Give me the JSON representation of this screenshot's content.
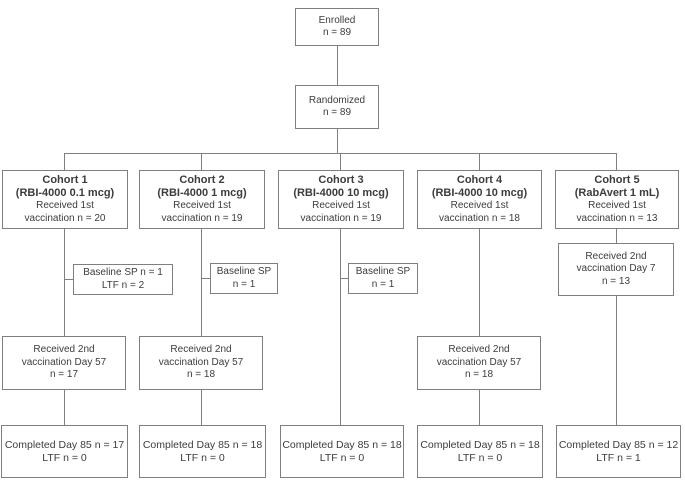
{
  "colors": {
    "background": "#ffffff",
    "box_border": "#7f7f7f",
    "connector_line": "#7f7f7f",
    "text": "#3c3c3c"
  },
  "flow": {
    "enrolled": {
      "label": "Enrolled",
      "n": "n = 89"
    },
    "randomized": {
      "label": "Randomized",
      "n": "n = 89"
    },
    "cohorts": [
      {
        "title": "Cohort 1",
        "dose": "(RBI-4000 0.1 mcg)",
        "first_vaccination": [
          "Received 1st",
          "vaccination n = 20"
        ],
        "dropout": [
          "Baseline SP n = 1",
          "LTF n = 2"
        ],
        "second_vaccination": [
          "Received 2nd",
          "vaccination Day 57",
          "n = 17"
        ],
        "completed": [
          "Completed Day 85 n = 17",
          "LTF n = 0"
        ]
      },
      {
        "title": "Cohort 2",
        "dose": "(RBI-4000 1 mcg)",
        "first_vaccination": [
          "Received 1st",
          "vaccination n = 19"
        ],
        "dropout": [
          "Baseline SP",
          "n = 1"
        ],
        "second_vaccination": [
          "Received 2nd",
          "vaccination Day 57",
          "n = 18"
        ],
        "completed": [
          "Completed Day 85 n = 18",
          "LTF n = 0"
        ]
      },
      {
        "title": "Cohort 3",
        "dose": "(RBI-4000 10 mcg)",
        "first_vaccination": [
          "Received 1st",
          "vaccination n = 19"
        ],
        "dropout": [
          "Baseline SP",
          "n = 1"
        ],
        "completed": [
          "Completed Day 85 n = 18",
          "LTF n = 0"
        ]
      },
      {
        "title": "Cohort 4",
        "dose": "(RBI-4000 10 mcg)",
        "first_vaccination": [
          "Received 1st",
          "vaccination n = 18"
        ],
        "second_vaccination": [
          "Received 2nd",
          "vaccination Day 57",
          "n = 18"
        ],
        "completed": [
          "Completed Day 85 n = 18",
          "LTF n = 0"
        ]
      },
      {
        "title": "Cohort 5",
        "dose": "(RabAvert 1 mL)",
        "first_vaccination": [
          "Received 1st",
          "vaccination n = 13"
        ],
        "second_vaccination": [
          "Received 2nd",
          "vaccination Day 7",
          "n = 13"
        ],
        "completed": [
          "Completed Day 85 n = 12",
          "LTF n = 1"
        ]
      }
    ]
  }
}
